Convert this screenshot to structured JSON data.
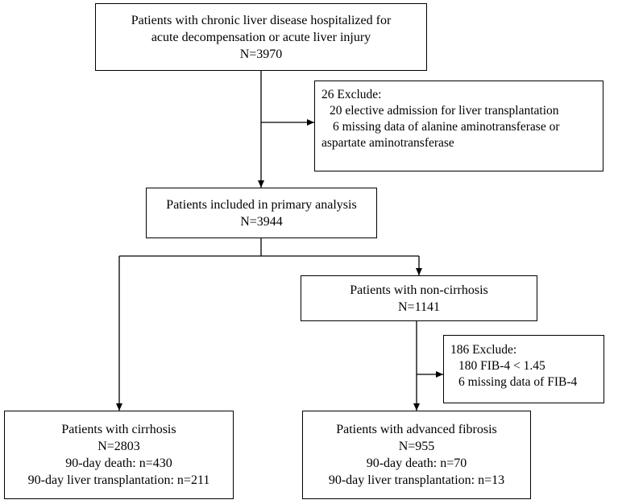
{
  "nodes": {
    "start": {
      "line1": "Patients with chronic liver disease hospitalized for",
      "line2": "acute decompensation or acute liver injury",
      "count": "N=3970"
    },
    "exclude1": {
      "heading": "26 Exclude:",
      "item1": "20 elective admission for liver transplantation",
      "item2_line1": "6 missing data of alanine aminotransferase or",
      "item2_line2": "aspartate aminotransferase"
    },
    "primary": {
      "title": "Patients included in primary analysis",
      "count": "N=3944"
    },
    "noncirrhosis": {
      "title": "Patients with non-cirrhosis",
      "count": "N=1141"
    },
    "exclude2": {
      "heading": "186 Exclude:",
      "item1": "180 FIB-4 < 1.45",
      "item2": "6 missing data of FIB-4"
    },
    "cirrhosis": {
      "title": "Patients with cirrhosis",
      "count": "N=2803",
      "death": "90-day death: n=430",
      "transplant": "90-day liver transplantation: n=211"
    },
    "fibrosis": {
      "title": "Patients with advanced fibrosis",
      "count": "N=955",
      "death": "90-day death: n=70",
      "transplant": "90-day liver transplantation: n=13"
    }
  }
}
